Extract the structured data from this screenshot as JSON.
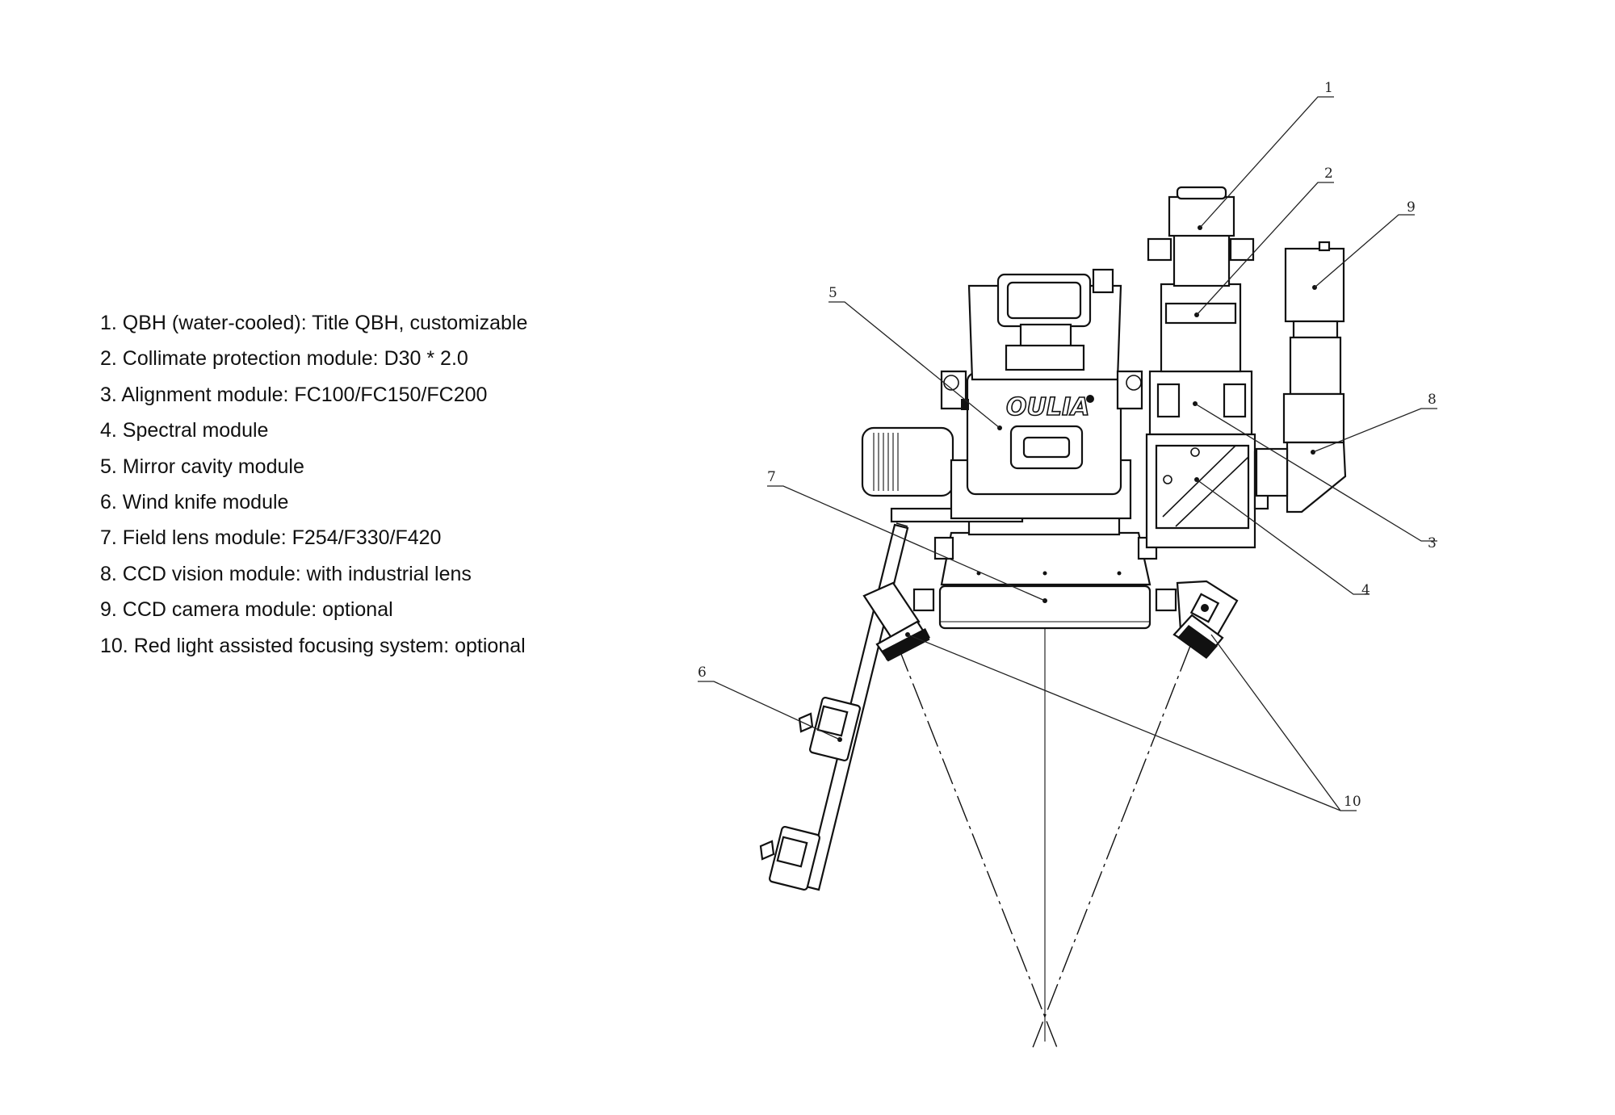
{
  "legend": [
    "1. QBH (water-cooled): Title QBH, customizable",
    "2. Collimate protection module: D30 * 2.0",
    "3. Alignment module: FC100/FC150/FC200",
    "4. Spectral module",
    "5. Mirror cavity module",
    "6. Wind knife module",
    "7. Field lens module: F254/F330/F420",
    "8. CCD vision module: with industrial lens",
    "9. CCD camera module: optional",
    "10. Red light assisted focusing system: optional"
  ],
  "callouts": {
    "c1": "1",
    "c2": "2",
    "c3": "3",
    "c4": "4",
    "c5": "5",
    "c6": "6",
    "c7": "7",
    "c8": "8",
    "c9": "9",
    "c10": "10"
  },
  "logo_text": "OULIA"
}
